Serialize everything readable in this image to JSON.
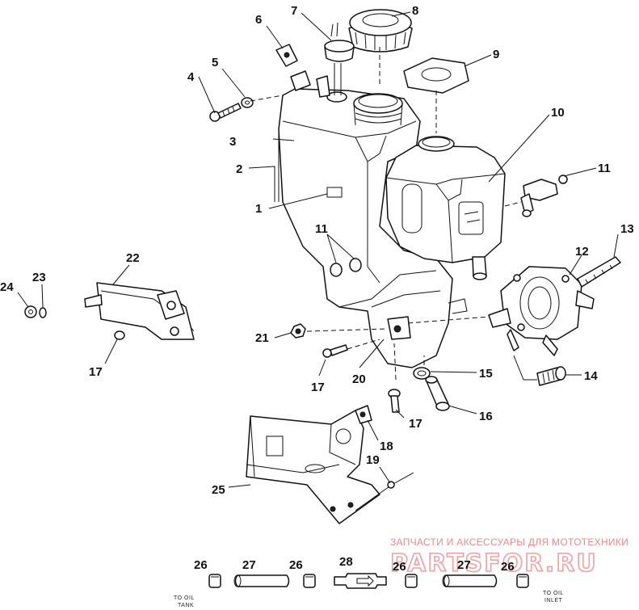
{
  "callouts": {
    "c1": "1",
    "c2": "2",
    "c3": "3",
    "c4": "4",
    "c5": "5",
    "c6": "6",
    "c7": "7",
    "c8": "8",
    "c9": "9",
    "c10": "10",
    "c11a": "11",
    "c11b": "11",
    "c12": "12",
    "c13": "13",
    "c14": "14",
    "c15": "15",
    "c16": "16",
    "c17a": "17",
    "c17b": "17",
    "c17c": "17",
    "c18": "18",
    "c19": "19",
    "c20": "20",
    "c21": "21",
    "c22": "22",
    "c23": "23",
    "c24": "24",
    "c25": "25",
    "c26a": "26",
    "c26b": "26",
    "c26c": "26",
    "c26d": "26",
    "c27a": "27",
    "c27b": "27",
    "c28": "28"
  },
  "line_labels": {
    "to_oil_tank_1": "TO OIL",
    "to_oil_tank_2": "TANK",
    "to_oil_inlet_1": "TO OIL",
    "to_oil_inlet_2": "INLET"
  },
  "watermark": {
    "tagline": "ЗАПЧАСТИ И АКСЕССУАРЫ ДЛЯ МОТОТЕХНИКИ",
    "brand": "PARTSFOR.RU"
  }
}
